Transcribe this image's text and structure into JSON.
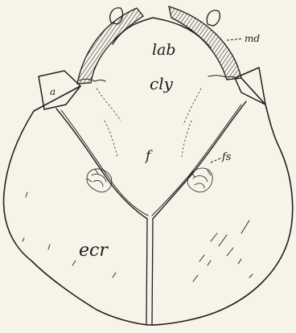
{
  "figure": {
    "labels": {
      "labrum": "lab",
      "mandible": "md",
      "clypeus": "cly",
      "antenna_base": "a",
      "frons": "f",
      "frontal_suture": "fs",
      "epicranium": "ecr"
    },
    "colors": {
      "paper": "#f6f4e8",
      "ink": "#1f1f1f"
    }
  }
}
